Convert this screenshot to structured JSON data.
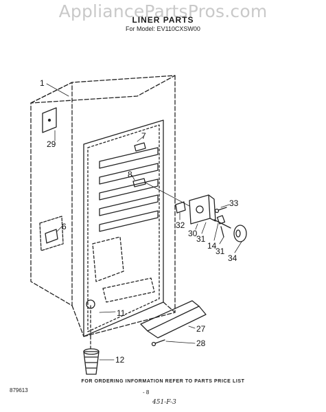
{
  "watermark": "AppliancePartsPros.com",
  "header": {
    "title": "LINER PARTS",
    "model": "For Model: EV110CXSW00"
  },
  "callouts": [
    "1",
    "29",
    "7",
    "8",
    "6",
    "33",
    "32",
    "30",
    "31",
    "14",
    "31",
    "34",
    "11",
    "27",
    "28",
    "12"
  ],
  "footer": {
    "ordering_note": "FOR ORDERING INFORMATION REFER TO PARTS PRICE LIST",
    "doc_number": "879613",
    "page_number": "- 8",
    "handwritten": "451-F-3"
  }
}
